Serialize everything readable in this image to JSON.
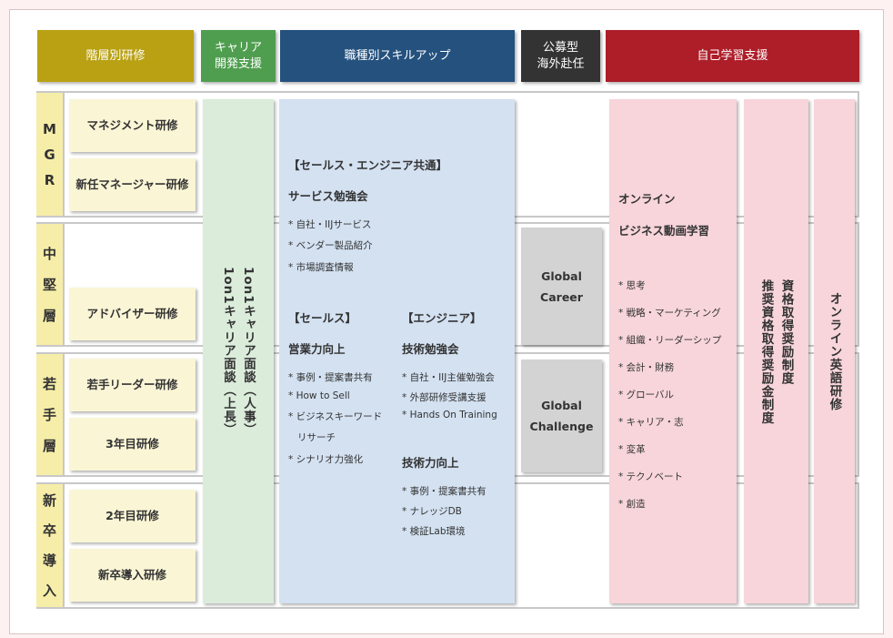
{
  "headers": {
    "tiered": "階層別研修",
    "career": "キャリア\n開発支援",
    "skill": "職種別スキルアップ",
    "overseas": "公募型\n海外赴任",
    "self": "自己学習支援"
  },
  "colors": {
    "tiered": "#b9a113",
    "career": "#4f9e4f",
    "skill": "#24517e",
    "overseas": "#333333",
    "self": "#ad1e29"
  },
  "rows": [
    {
      "label": [
        "M",
        "G",
        "R"
      ],
      "courses": [
        "マネジメント研修",
        "新任マネージャー研修"
      ]
    },
    {
      "label": [
        "中",
        "堅",
        "層"
      ],
      "courses": [
        "アドバイザー研修"
      ]
    },
    {
      "label": [
        "若",
        "手",
        "層"
      ],
      "courses": [
        "若手リーダー研修",
        "3年目研修"
      ]
    },
    {
      "label": [
        "新",
        "卒",
        "導",
        "入"
      ],
      "courses": [
        "2年目研修",
        "新卒導入研修"
      ]
    }
  ],
  "career": {
    "line1": "1on1キャリア面談（人事）",
    "line2": "1on1キャリア面談（上長）"
  },
  "skill": {
    "common": {
      "bracket": "【セールス・エンジニア共通】",
      "title": "サービス勉強会",
      "items": [
        "* 自社・IIJサービス",
        "* ベンダー製品紹介",
        "* 市場調査情報"
      ]
    },
    "sales": {
      "bracket": "【セールス】",
      "title": "営業力向上",
      "items": [
        "* 事例・提案書共有",
        "* How to Sell",
        "* ビジネスキーワード",
        "リサーチ",
        "* シナリオ力強化"
      ]
    },
    "engineer": {
      "bracket": "【エンジニア】",
      "title1": "技術勉強会",
      "items1": [
        "* 自社・IIJ主催勉強会",
        "* 外部研修受講支援",
        "* Hands On Training"
      ],
      "title2": "技術力向上",
      "items2": [
        "* 事例・提案書共有",
        "* ナレッジDB",
        "* 検証Lab環境"
      ]
    }
  },
  "overseas": {
    "global_career": "Global\nCareer",
    "global_challenge": "Global\nChallenge"
  },
  "self": {
    "title1": "オンライン",
    "title2": "ビジネス動画学習",
    "items": [
      "* 思考",
      "* 戦略・マーケティング",
      "* 組織・リーダーシップ",
      "* 会計・財務",
      "* グローバル",
      "* キャリア・志",
      "* 変革",
      "* テクノベート",
      "* 創造"
    ],
    "cert1": "資格取得奨励制度",
    "cert2": "推奨資格取得奨励金制度",
    "english": "オンライン英語研修"
  }
}
